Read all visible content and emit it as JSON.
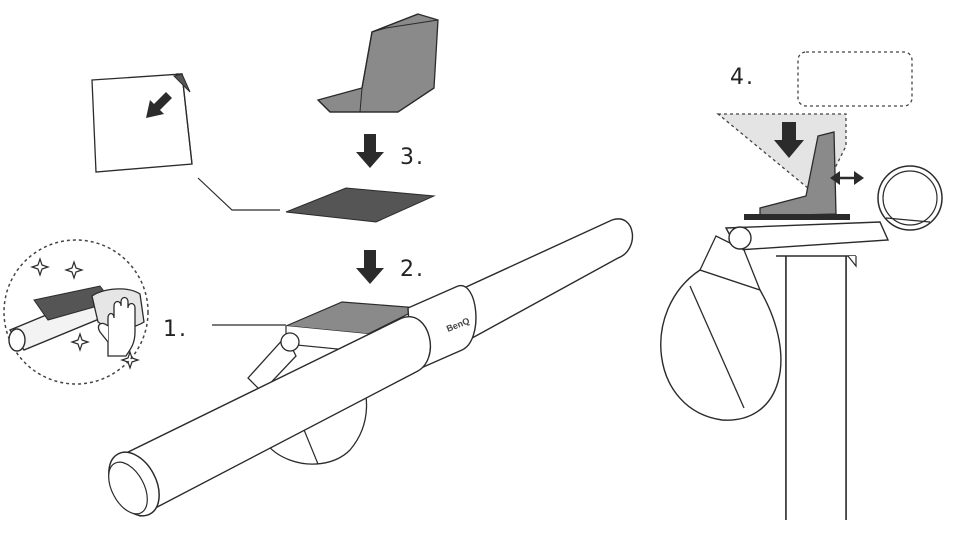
{
  "steps": [
    {
      "label": "1."
    },
    {
      "label": "2."
    },
    {
      "label": "3."
    },
    {
      "label": "4."
    }
  ],
  "brand_text": "BenQ",
  "colors": {
    "outline": "#2b2b2b",
    "fill_light": "#ececec",
    "fill_white": "#ffffff",
    "pad_dark": "#555555",
    "bracket_gray": "#8a8a8a",
    "pad_light_gray": "#9a9a9a"
  },
  "icons": [
    "peel-arrow-icon",
    "down-arrow-icon",
    "double-arrow-icon",
    "sparkle-icon",
    "hand-wipe-icon"
  ]
}
